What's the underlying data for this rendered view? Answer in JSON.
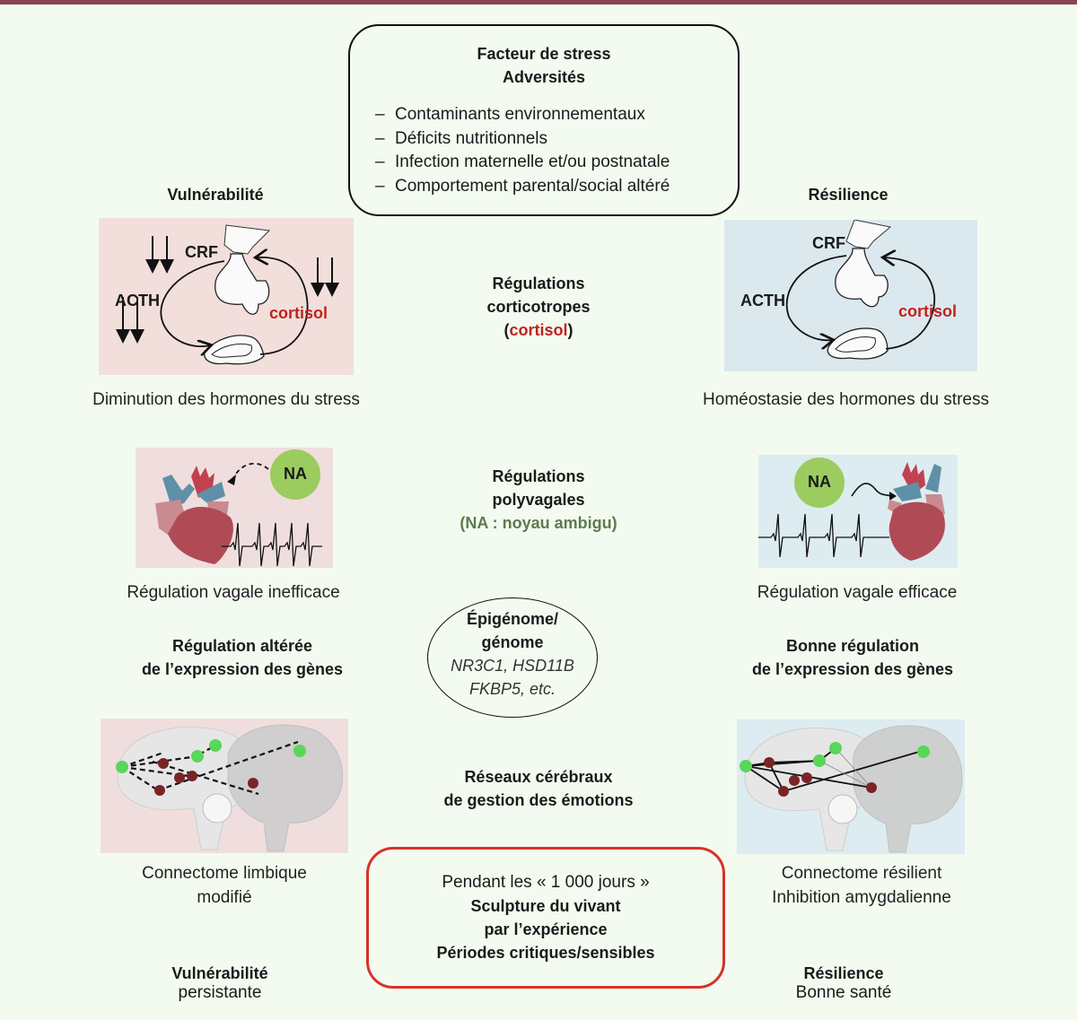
{
  "colors": {
    "background": "#f3fbf0",
    "top_bar": "#8a4451",
    "vulnerability_panel": "#f2dfdb",
    "resilience_panel": "#dbe9ee",
    "cortisol_red": "#c1211d",
    "na_green": "#9ccc5f",
    "na_label_olive": "#5e7a4e",
    "period_box_border": "#d8322a"
  },
  "stress_box": {
    "title_line1": "Facteur de stress",
    "title_line2": "Adversités",
    "items": [
      "Contaminants environnementaux",
      "Déficits nutritionnels",
      "Infection maternelle et/ou postnatale",
      "Comportement parental/social altéré"
    ]
  },
  "left": {
    "heading": "Vulnérabilité",
    "hpa": {
      "crf": "CRF",
      "acth": "ACTH",
      "cortisol": "cortisol",
      "arrows": "down-arrows",
      "caption": "Diminution des hormones du stress"
    },
    "vagal": {
      "na": "NA",
      "caption": "Régulation vagale inefficace"
    },
    "gene_heading_line1": "Régulation altérée",
    "gene_heading_line2": "de l’expression des gènes",
    "brain": {
      "caption_line1": "Connectome limbique",
      "caption_line2": "modifié",
      "connection_style": "dashed"
    },
    "outcome_line1": "Vulnérabilité",
    "outcome_line2": "persistante"
  },
  "right": {
    "heading": "Résilience",
    "hpa": {
      "crf": "CRF",
      "acth": "ACTH",
      "cortisol": "cortisol",
      "caption": "Homéostasie des hormones du stress"
    },
    "vagal": {
      "na": "NA",
      "caption": "Régulation vagale efficace"
    },
    "gene_heading_line1": "Bonne régulation",
    "gene_heading_line2": "de l’expression des gènes",
    "brain": {
      "caption_line1": "Connectome résilient",
      "caption_line2": "Inhibition amygdalienne",
      "connection_style": "solid"
    },
    "outcome_line1": "Résilience",
    "outcome_line2": "Bonne santé"
  },
  "center": {
    "cortico_line1": "Régulations",
    "cortico_line2": "corticotropes",
    "cortico_paren_open": "(",
    "cortico_cortisol": "cortisol",
    "cortico_paren_close": ")",
    "poly_line1": "Régulations",
    "poly_line2": "polyvagales",
    "poly_line3": "(NA : noyau ambigu)",
    "epi_line1": "Épigénome/",
    "epi_line2": "génome",
    "epi_line3": "NR3C1, HSD11B",
    "epi_line4": "FKBP5, etc.",
    "networks_line1": "Réseaux cérébraux",
    "networks_line2": "de gestion des émotions",
    "period_line1": "Pendant les « 1 000 jours »",
    "period_line2": "Sculpture du vivant",
    "period_line3": "par l’expérience",
    "period_line4": "Périodes critiques/sensibles"
  }
}
